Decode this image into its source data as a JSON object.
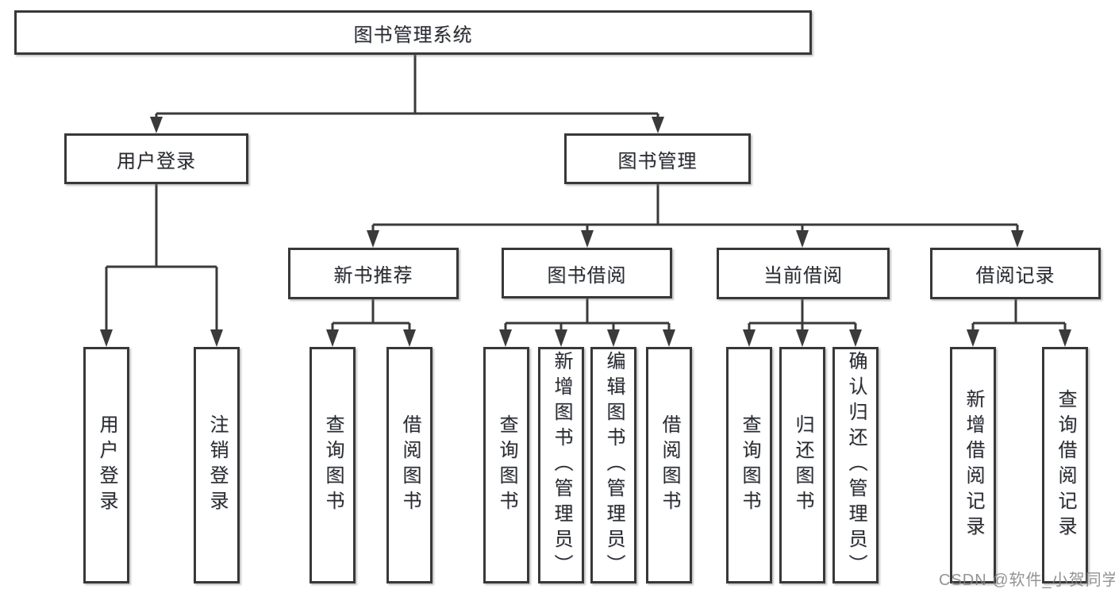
{
  "diagram": {
    "type": "tree-diagram",
    "title": "图书管理系统",
    "colors": {
      "line": "#3a3a3a",
      "box_border": "#383838",
      "text": "#2b2b2b",
      "background": "#ffffff",
      "watermark": "#808080"
    },
    "nodes": {
      "root": "图书管理系统",
      "user_login": "用户登录",
      "book_management": "图书管理",
      "new_book_recommend": "新书推荐",
      "book_borrowing": "图书借阅",
      "current_borrowing": "当前借阅",
      "borrowing_records": "借阅记录"
    },
    "leaves": {
      "user_login": [
        "用户登录",
        "注销登录"
      ],
      "new_book_recommend": [
        "查询图书",
        "借阅图书"
      ],
      "book_borrowing": [
        "查询图书",
        "新增图书（管理员）",
        "编辑图书（管理员）",
        "借阅图书"
      ],
      "current_borrowing": [
        "查询图书",
        "归还图书",
        "确认归还（管理员）"
      ],
      "borrowing_records": [
        "新增借阅记录",
        "查询借阅记录"
      ]
    },
    "watermark": "CSDN @软件_小贺同学"
  }
}
